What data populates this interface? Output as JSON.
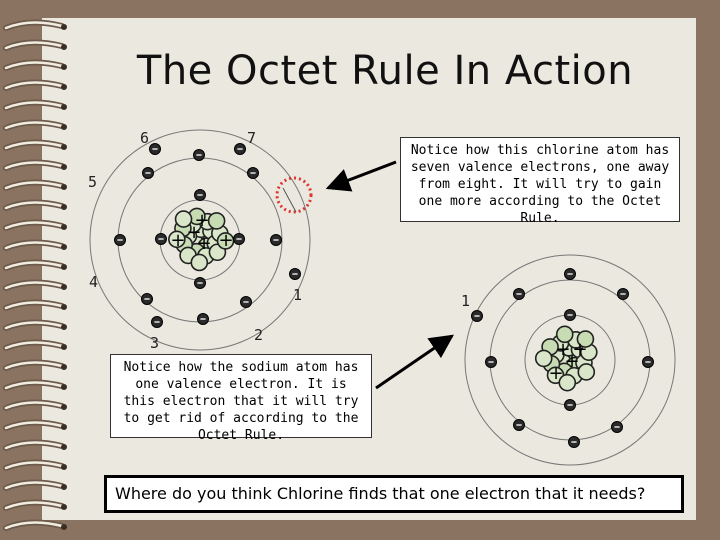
{
  "title": "The Octet Rule In Action",
  "chlorine_note": "Notice how this chlorine atom has seven valence electrons, one away from eight. It will try to gain one more according to the Octet Rule.",
  "sodium_note": "Notice how the sodium atom has one valence electron. It is this electron that it will try to get rid of according to the Octet Rule.",
  "question": "Where do you think Chlorine finds that one electron that it needs?",
  "chlorine_labels": [
    "1",
    "2",
    "3",
    "4",
    "5",
    "6",
    "7"
  ],
  "sodium_label": "1",
  "electron_symbol": "-",
  "proton_symbol": "+",
  "colors": {
    "background": "#8b7361",
    "page": "#ebe8df",
    "empty_slot": "#d33",
    "nucleus": "#c8dcb4"
  }
}
